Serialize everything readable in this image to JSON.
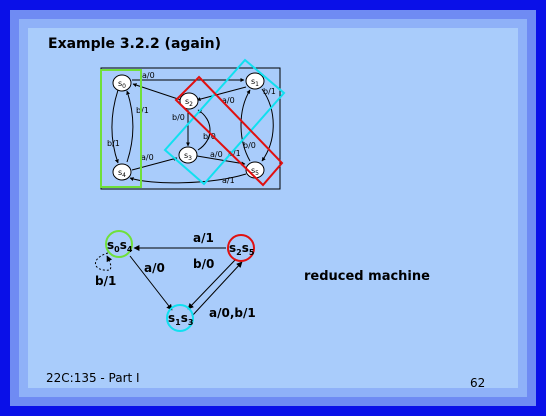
{
  "slide": {
    "title": "Example 3.2.2 (again)",
    "caption": "reduced machine",
    "footer": "22C:135 - Part I",
    "page_number": "62"
  },
  "original_machine": {
    "states": [
      {
        "id": "s0",
        "name": "s",
        "sub": "0"
      },
      {
        "id": "s1",
        "name": "s",
        "sub": "1"
      },
      {
        "id": "s2",
        "name": "s",
        "sub": "2"
      },
      {
        "id": "s3",
        "name": "s",
        "sub": "3"
      },
      {
        "id": "s4",
        "name": "s",
        "sub": "4"
      },
      {
        "id": "s5",
        "name": "s",
        "sub": "5"
      }
    ],
    "edge_labels": [
      "a/0",
      "a/0",
      "b/1",
      "b/0",
      "b/1",
      "b/1",
      "a/0",
      "b/0",
      "a/0",
      "a/1",
      "b/0",
      "a/1"
    ]
  },
  "reduced_machine": {
    "states": [
      {
        "id": "s0s4",
        "parts": [
          "s",
          "0",
          "s",
          "4"
        ]
      },
      {
        "id": "s2s5",
        "parts": [
          "s",
          "2",
          "s",
          "5"
        ]
      },
      {
        "id": "s1s3",
        "parts": [
          "s",
          "1",
          "s",
          "3"
        ]
      }
    ],
    "edge_labels": {
      "s2s5_to_s0s4": "a/1",
      "s0s4_to_s1s3": "a/0",
      "s0s4_self": "b/1",
      "s2s5_to_s1s3": "b/0",
      "s1s3_to_s2s5": "a/0,b/1"
    }
  },
  "colors": {
    "green_group": "#6fe03a",
    "cyan_group": "#10e0f0",
    "red_group": "#e01010"
  }
}
